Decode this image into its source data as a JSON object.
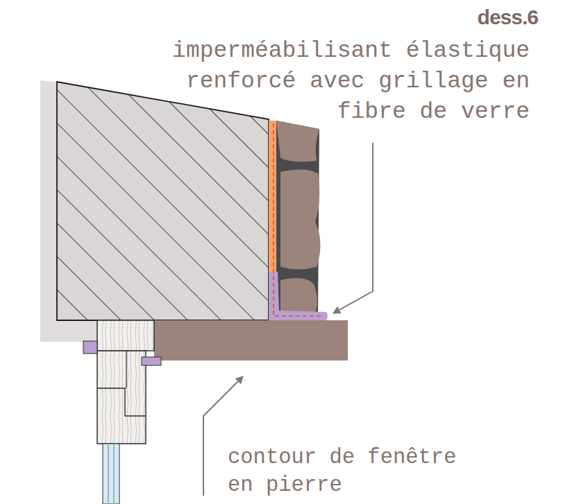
{
  "diagram": {
    "title": "dess.6",
    "labels": [
      "imperméabilisant élastique renforcé avec grillage en fibre de verre",
      "contour de fenêtre en pierre"
    ]
  }
}
